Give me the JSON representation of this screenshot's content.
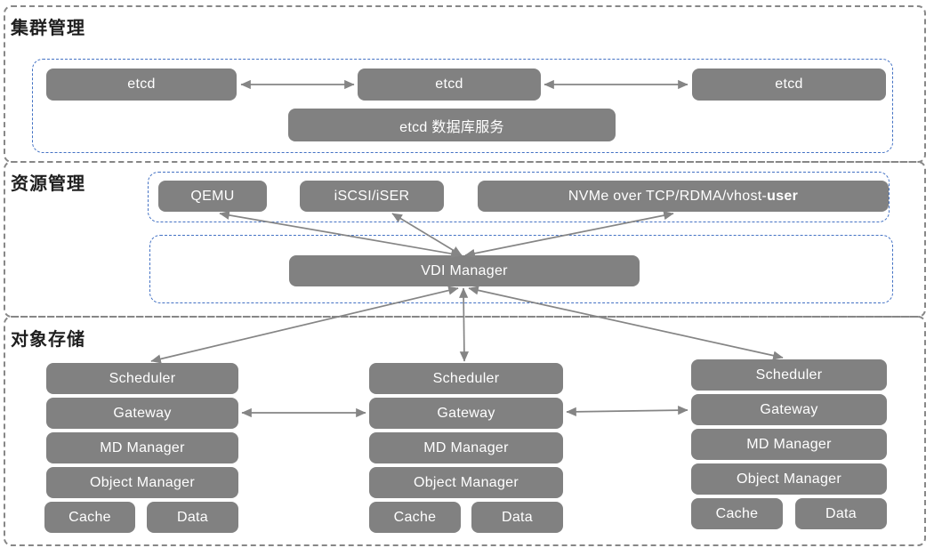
{
  "cluster": {
    "title": "集群管理",
    "etcd_nodes": [
      {
        "label": "etcd"
      },
      {
        "label": "etcd"
      },
      {
        "label": "etcd"
      }
    ],
    "db_service": "etcd 数据库服务"
  },
  "resource": {
    "title": "资源管理",
    "qemu": "QEMU",
    "iscsi": "iSCSI/iSER",
    "nvme_prefix": "NVMe over TCP/RDMA/vhost-",
    "nvme_bold": "user",
    "vdi": "VDI Manager"
  },
  "storage": {
    "title": "对象存储",
    "columns": [
      {
        "scheduler": "Scheduler",
        "gateway": "Gateway",
        "md_manager": "MD Manager",
        "object_manager": "Object Manager",
        "cache": "Cache",
        "data": "Data"
      },
      {
        "scheduler": "Scheduler",
        "gateway": "Gateway",
        "md_manager": "MD Manager",
        "object_manager": "Object Manager",
        "cache": "Cache",
        "data": "Data"
      },
      {
        "scheduler": "Scheduler",
        "gateway": "Gateway",
        "md_manager": "MD Manager",
        "object_manager": "Object Manager",
        "cache": "Cache",
        "data": "Data"
      }
    ]
  },
  "colors": {
    "box_fill": "#818181",
    "box_text": "#ffffff",
    "blue_dashed_border": "#4472c4",
    "gray_dashed_border": "#878787",
    "arrow": "#858585",
    "section_title": "#1f1f1f",
    "background": "#ffffff"
  }
}
